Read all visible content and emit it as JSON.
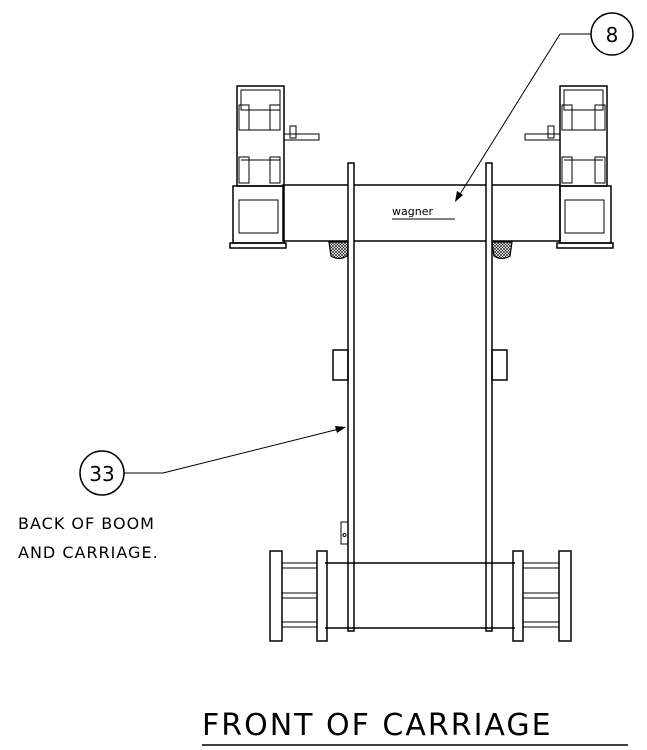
{
  "callouts": [
    {
      "number": "8"
    },
    {
      "number": "33"
    }
  ],
  "note": {
    "line1": "BACK OF BOOM",
    "line2": "AND CARRIAGE."
  },
  "brand_label": "wagner",
  "caption": "FRONT OF CARRIAGE"
}
